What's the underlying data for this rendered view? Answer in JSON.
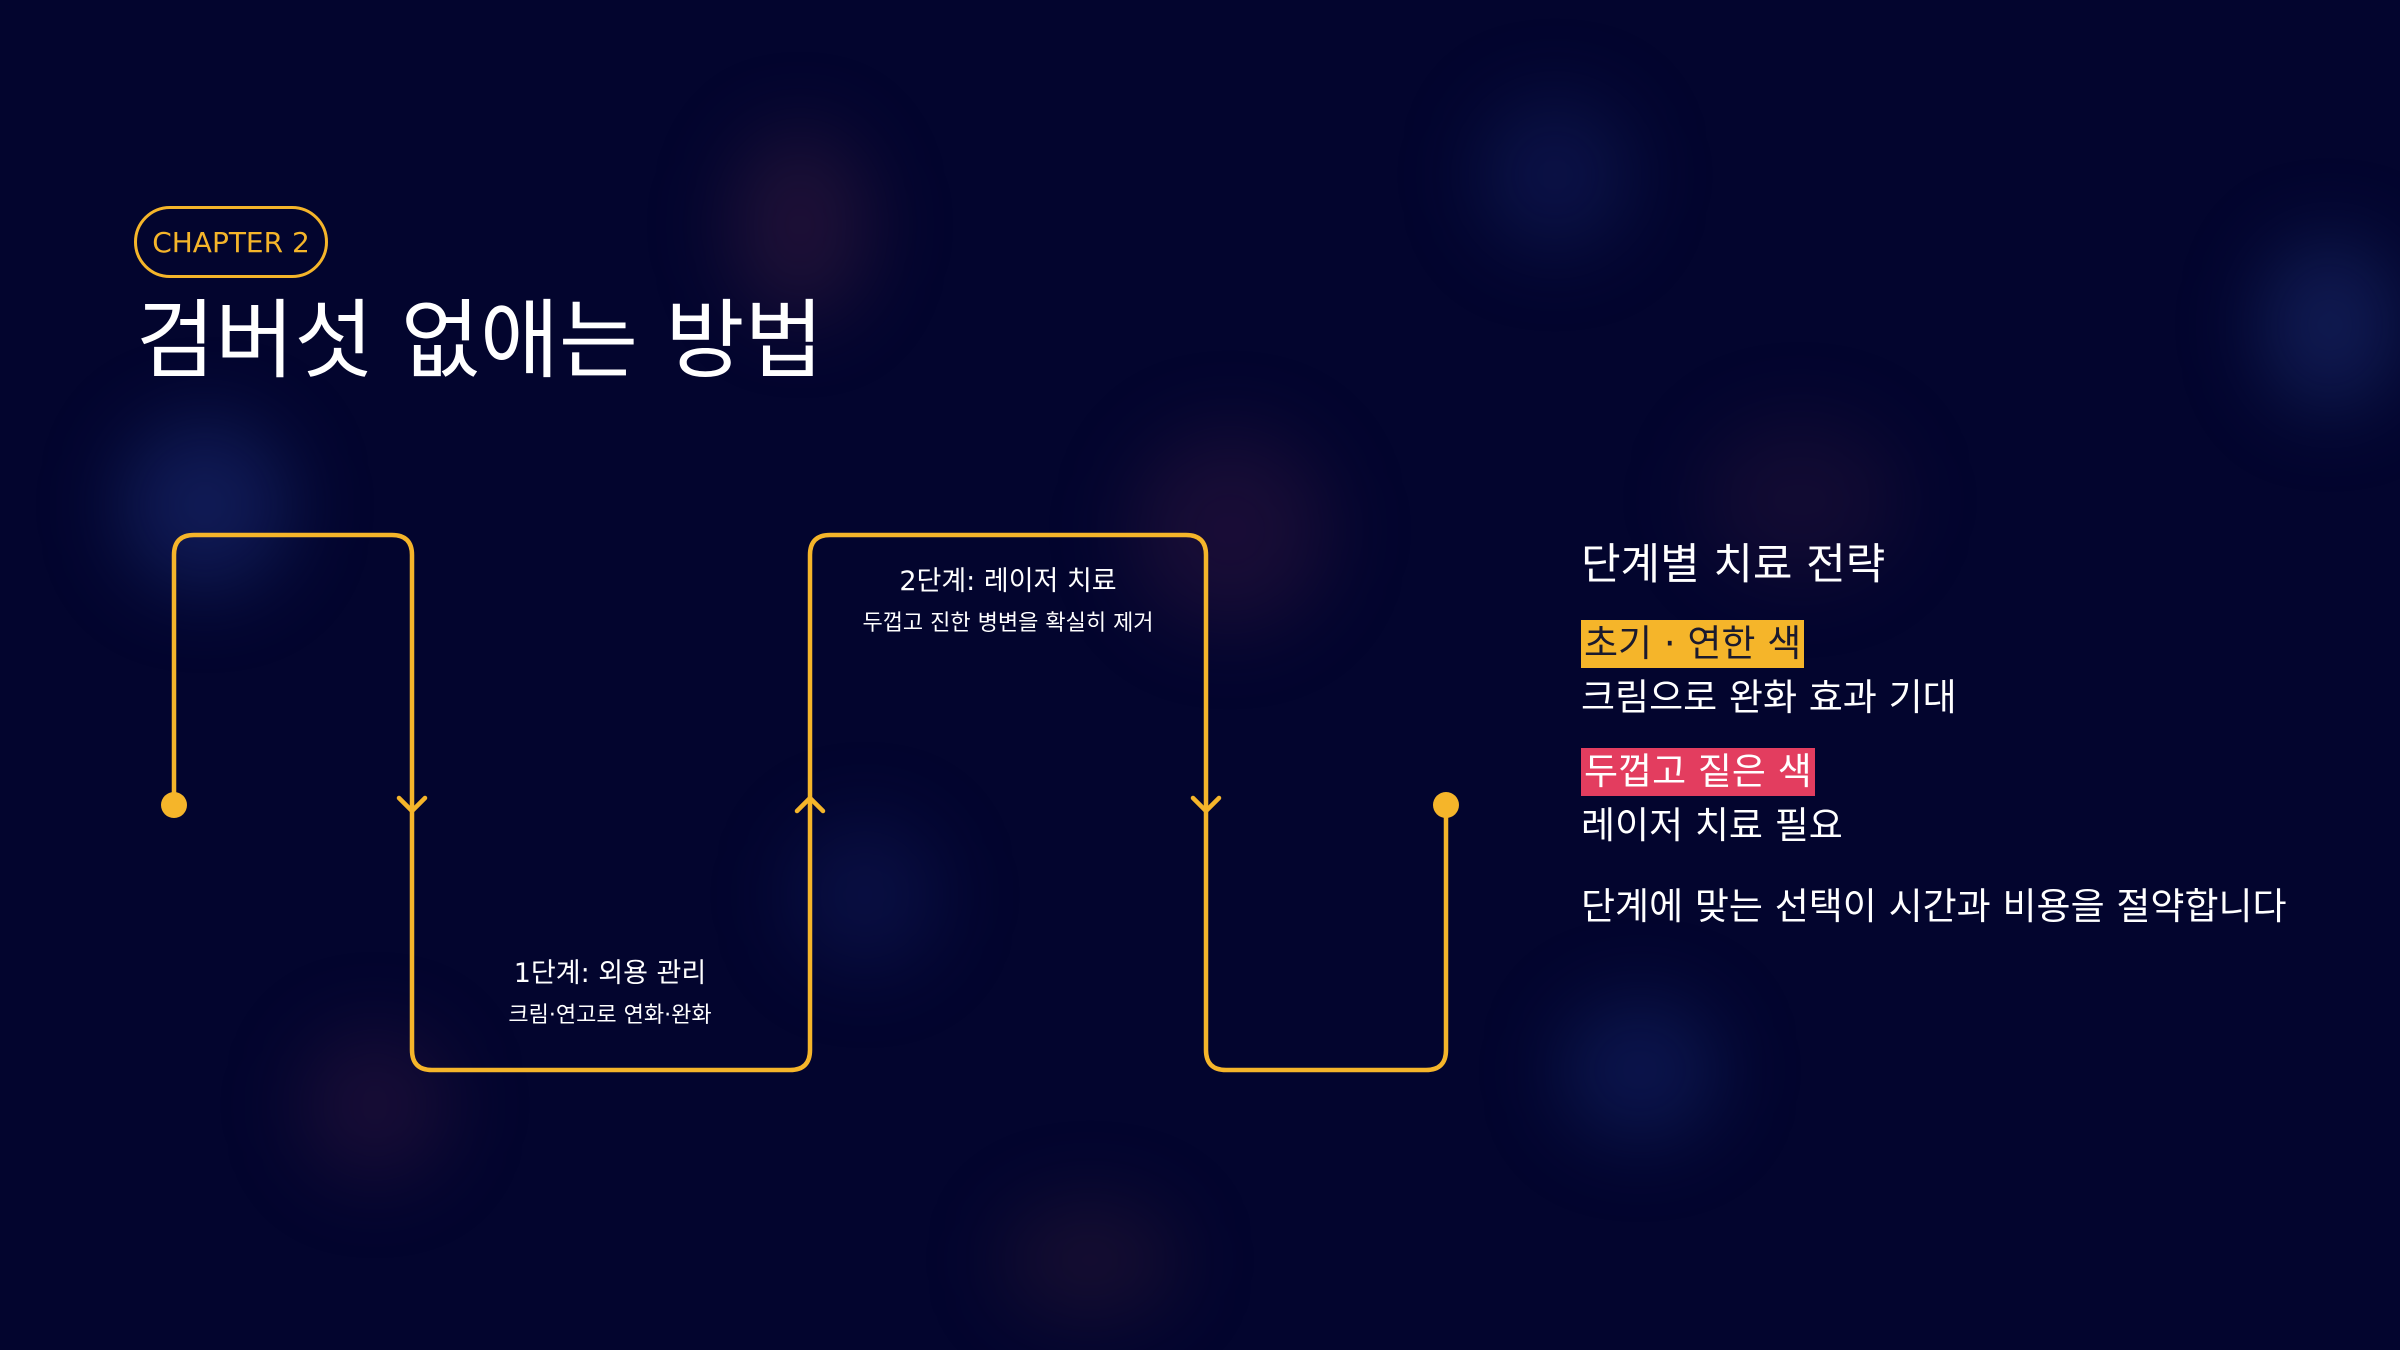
{
  "header": {
    "chapter_badge": "CHAPTER 2",
    "title": "검버섯 없애는 방법"
  },
  "diagram": {
    "steps": [
      {
        "title": "1단계: 외용 관리",
        "description": "크림·연고로 연화·완화"
      },
      {
        "title": "2단계: 레이저 치료",
        "description": "두껍고 진한 병변을 확실히 제거"
      }
    ]
  },
  "side_panel": {
    "heading": "단계별 치료 전략",
    "items": [
      {
        "tag": "초기 · 연한 색",
        "text": "크림으로 완화 효과 기대"
      },
      {
        "tag": "두껍고 짙은 색",
        "text": "레이저 치료 필요"
      }
    ],
    "note": "단계에 맞는 선택이 시간과 비용을 절약합니다"
  },
  "colors": {
    "background": "#03052e",
    "accent_yellow": "#f5b52a",
    "accent_red": "#e33d5f"
  }
}
